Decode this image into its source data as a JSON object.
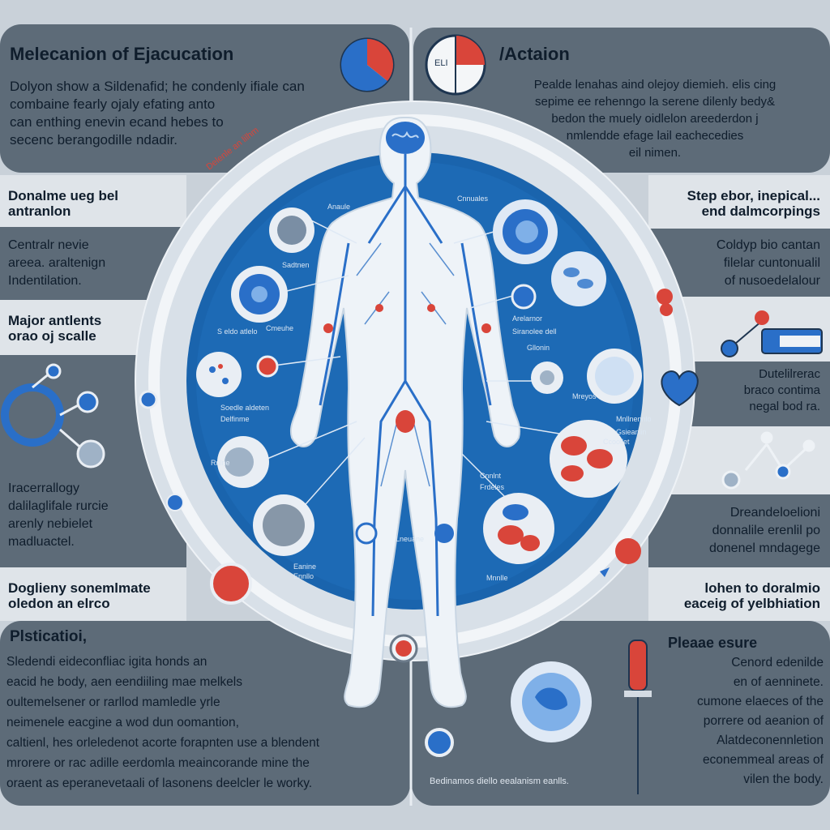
{
  "colors": {
    "panel": "#5d6b78",
    "band": "#dfe4e9",
    "ring": "#e6ecf1",
    "disc": "#1a64ad",
    "accent_red": "#d9453a",
    "accent_blue": "#2a6fc8",
    "text_dark": "#0f1d2c",
    "text_light": "#eef2f6"
  },
  "top_left": {
    "title": "Melecanion of Ejacucation",
    "lines": [
      "Dolyon show a Sildenafid; he condenly ifiale can",
      "combaine fearly ojaly efating anto",
      "can enthing enevin ecand hebes to",
      "secenc berangodille ndadir."
    ]
  },
  "top_right": {
    "title": "/Actaion",
    "pie_label": "ELI",
    "lines": [
      "Pealde lenahas aind olejoy diemieh. elis cing",
      "sepime ee rehenngo la serene dilenly bedy&",
      "bedon the muely oidlelon areederdon j",
      "nmlendde efage lail eachecedies",
      "eil nimen."
    ]
  },
  "left": {
    "s1_title": [
      "Donalme ueg bel",
      "antranlon"
    ],
    "s1_lines": [
      "Centralr nevie",
      "areea. araltenign",
      "Indentilation."
    ],
    "s2_title": [
      "Major antlents",
      "orao oj scalle"
    ],
    "s3_lines": [
      "Iracerrallogy",
      "dalilaglifale rurcie",
      "arenly nebielet",
      "madluactel."
    ],
    "s4_title": [
      "Doglieny sonemlmate",
      "oledon an elrco"
    ]
  },
  "right": {
    "s1_title": [
      "Step ebor, inepical...",
      "end dalmcorpings"
    ],
    "s1_lines": [
      "Coldyp bio cantan",
      "filelar cuntonualil",
      "of nusoedelalour"
    ],
    "s2_lines": [
      "Dutelilrerac",
      "braco contima",
      "negal bod ra."
    ],
    "s3_lines": [
      "Dreandeloelioni",
      "donnalile erenlil po",
      "donenel mndagege"
    ],
    "s4_title": [
      "lohen to doralmio",
      "eaceig of yelbhiation"
    ]
  },
  "bottom_left": {
    "title": "Plsticatioi,",
    "lines": [
      "Sledendi eideconfliac igita honds an",
      "eacid he body, aen eendiiling mae melkels",
      "oultemelsener or rarllod mamledle yrle",
      "neimenele eacgine a wod dun oomantion,",
      "caltienl, hes orleledenot acorte forapnten use a blendent",
      "mrorere or rac adille eerdomla meaincorande mine the",
      "oraent as eperanevetaali of lasonens deelcler le worky."
    ]
  },
  "bottom_right": {
    "title": "Pleaae esure",
    "lines": [
      "Cenord edenilde",
      "en of aenninete.",
      "cumone elaeces of the",
      "porrere od aeanion of",
      "Alatdeconennletion",
      "econemmeal areas of",
      "vilen the body."
    ],
    "caption": "Bedinamos diello eealanism eanlls."
  },
  "diagram": {
    "curve_label": "Delenle an lilhm",
    "labels": [
      "Anaule",
      "Cnnuales",
      "Sadtnen",
      "S eldo atlelo",
      "Cmeuhe",
      "Arelarnor",
      "Siranolee dell",
      "Gllonin",
      "Soedle aldeten",
      "Delfinme",
      "Mreyos",
      "Mnllnennlo",
      "Gsieanlin",
      "Rnlne",
      "Cnnlnt",
      "Frdeles",
      "Eanine",
      "Ennllo",
      "Lneuane",
      "Mnnlle",
      "Ccoollet"
    ]
  }
}
